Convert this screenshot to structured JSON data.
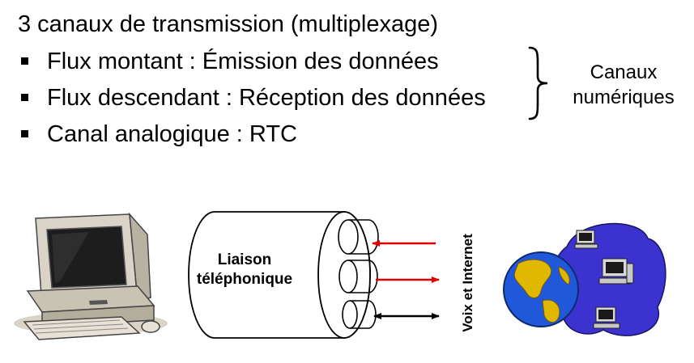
{
  "heading": "3 canaux de transmission (multiplexage)",
  "bullets": [
    {
      "label": "Flux montant : Émission des données"
    },
    {
      "label": "Flux descendant : Réception des données"
    },
    {
      "label": "Canal analogique : RTC"
    }
  ],
  "brace_label": {
    "line1": "Canaux",
    "line2": "numériques"
  },
  "cable_label": {
    "line1": "Liaison",
    "line2": "téléphonique"
  },
  "vertical_label": "Voix et Internet",
  "icons": [
    "desktop-computer-icon",
    "telephone-cable-icon",
    "internet-network-icon"
  ],
  "colors": {
    "digital_arrow": "#e00000",
    "analog_arrow": "#000000",
    "globe_ocean": "#1f58d8",
    "globe_land": "#e0b800",
    "network_cloud": "#3b32d0"
  }
}
